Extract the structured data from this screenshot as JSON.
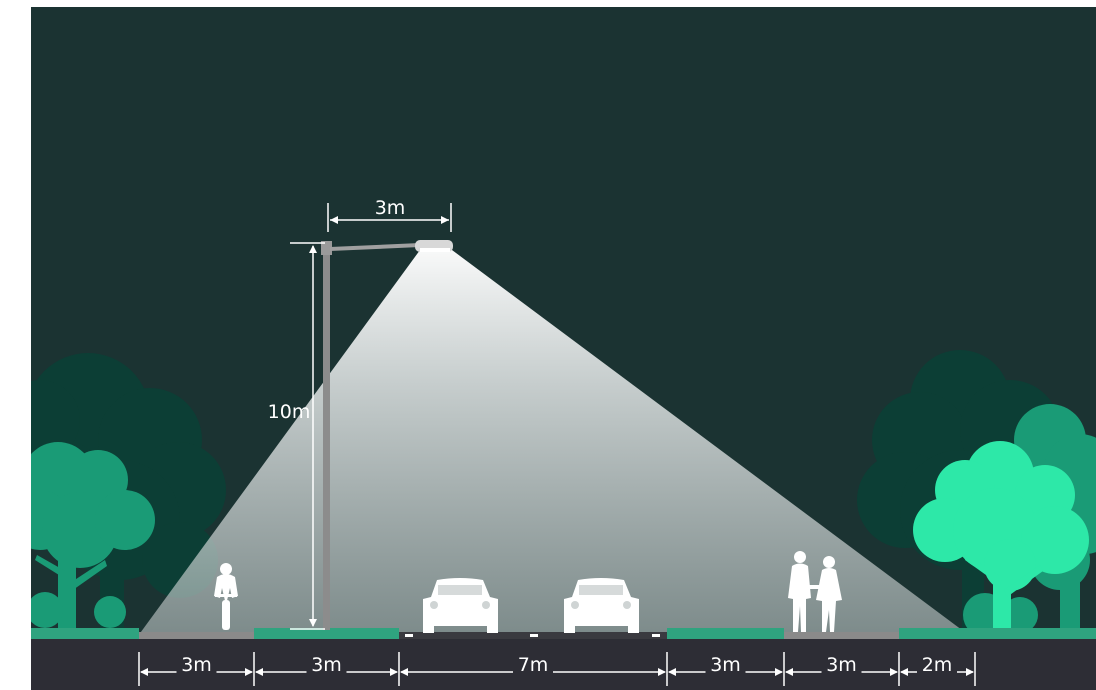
{
  "labels": {
    "arm_length": "3m",
    "pole_height": "10m",
    "ground_widths": [
      "3m",
      "3m",
      "7m",
      "3m",
      "3m",
      "2m"
    ]
  },
  "colors": {
    "sky": "#1b3332",
    "road": "#2d2d35",
    "green_band": "#2fa37f",
    "tree_dark": "#0c3e35",
    "tree_mid": "#1a9b76",
    "tree_light": "#2de8a8",
    "light_beam": "#ffffff",
    "pole": "#8c8c8c"
  },
  "icons": [
    "street-lamp-icon",
    "cyclist-icon",
    "car-icon",
    "walking-couple-icon",
    "tree-icon"
  ]
}
